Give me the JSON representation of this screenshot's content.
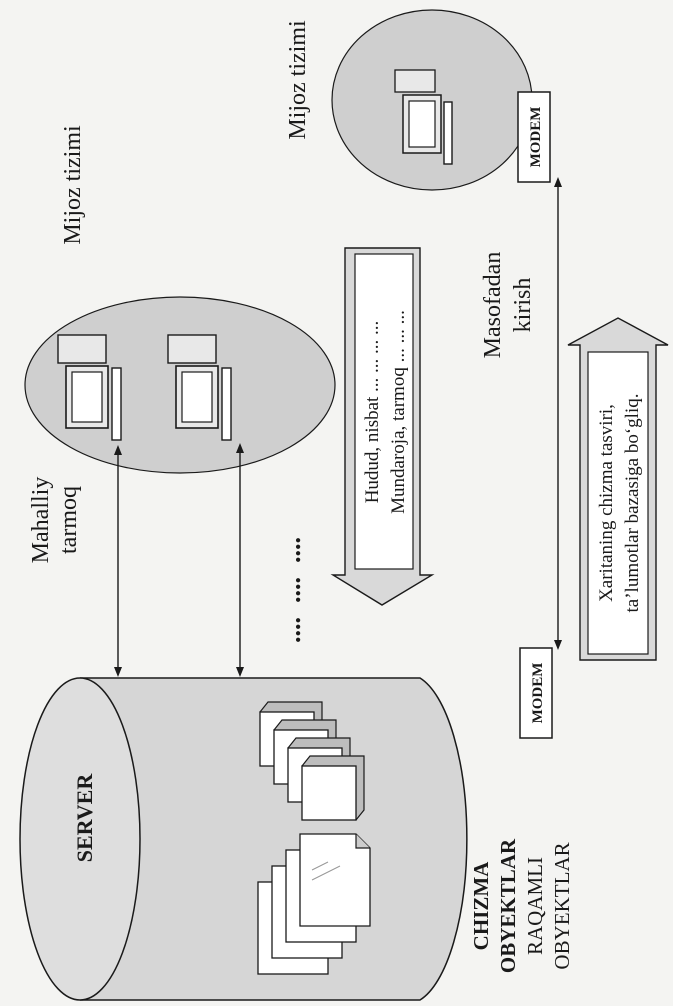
{
  "labels": {
    "client_system_top": "Mijoz tizimi",
    "client_system_mid": "Mijoz tizimi",
    "local_net_line1": "Mahalliy",
    "local_net_line2": "tarmoq",
    "remote_line1": "Masofadan",
    "remote_line2": "kirish",
    "modem_top": "MODEM",
    "modem_bottom": "MODEM",
    "server": "SERVER",
    "drawing_objects_line1": "CHIZMA",
    "drawing_objects_line2": "OBYEKTLAR",
    "digital_objects_line1": "RAQAMLI",
    "digital_objects_line2": "OBYEKTLAR",
    "list_line1": "Hudud, nisbat ... ... ... ...",
    "list_line2": "Mundaroja, tarmoq ... ... ...",
    "map_line1": "Xaritaning chizma tasviri,",
    "map_line2": "ta’lumotlar bazasiga bo‘gliq.",
    "dots": "...."
  },
  "colors": {
    "ink": "#1a1a1a",
    "ellipse_fill": "#cfcfcf",
    "server_fill": "#d6d6d6",
    "paper": "#f4f4f2"
  }
}
